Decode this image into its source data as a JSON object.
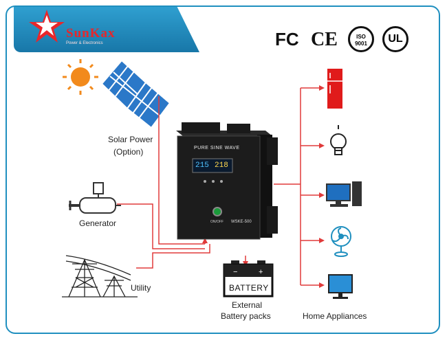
{
  "brand": {
    "name": "SunKax",
    "tagline": "Power & Electronics"
  },
  "certifications": {
    "fc": "FC",
    "ce": "CE",
    "iso": "ISO 9001",
    "ul": "UL"
  },
  "labels": {
    "solar_power": "Solar Power",
    "solar_option": "(Option)",
    "generator": "Generator",
    "utility": "Utility",
    "battery": "BATTERY",
    "battery_caption_1": "External",
    "battery_caption_2": "Battery packs",
    "home_appliances": "Home Appliances"
  },
  "inverter": {
    "panel_title": "PURE SINE WAVE",
    "display_left": "215",
    "display_right": "218",
    "model": "WSKE-500",
    "switch_label": "ON/OFF"
  },
  "colors": {
    "frame": "#1f8fbf",
    "wire": "#e03a3a",
    "brand": "#e8262a"
  },
  "icons": [
    "sun-icon",
    "solar-panel-icon",
    "generator-icon",
    "utility-tower-icon",
    "battery-icon",
    "fridge-icon",
    "bulb-icon",
    "computer-icon",
    "fan-icon",
    "tv-icon"
  ]
}
